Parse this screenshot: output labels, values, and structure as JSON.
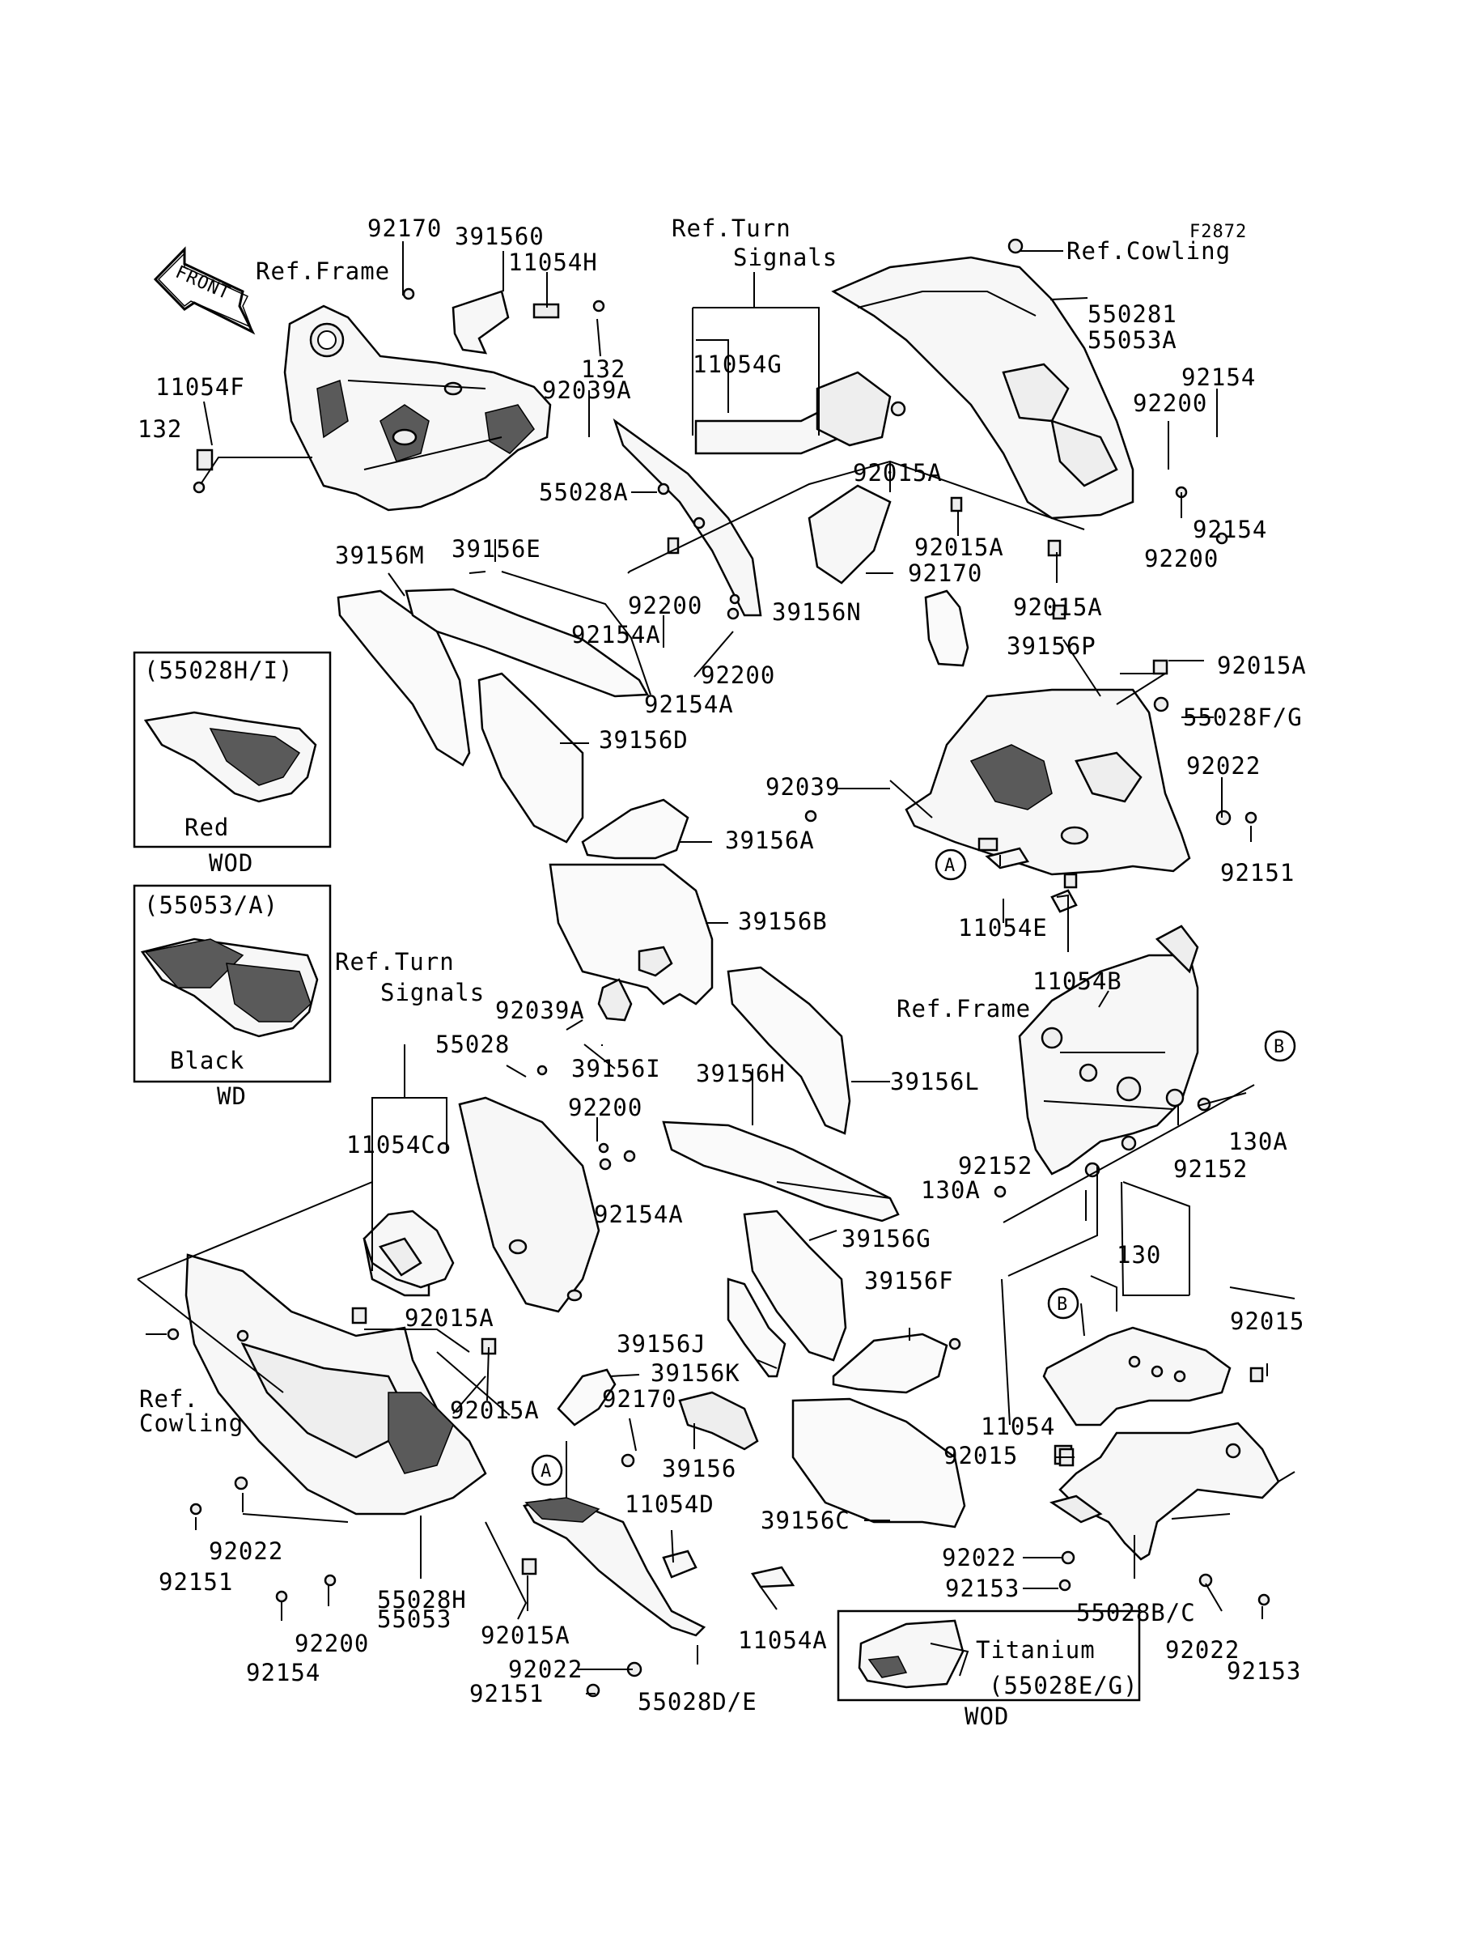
{
  "figure_code": "F2872",
  "front_arrow": "FRONT",
  "callouts": {
    "A1": "A",
    "A2": "A",
    "B1": "B",
    "B2": "B"
  },
  "insets": {
    "red": {
      "code": "(55028H/I)",
      "color": "Red",
      "note": "WOD"
    },
    "black": {
      "code": "(55053/A)",
      "color": "Black",
      "note": "WD"
    },
    "titanium": {
      "code": "(55028E/G)",
      "color": "Titanium",
      "note": "WOD"
    }
  },
  "ref_labels": {
    "frame_top": "Ref.Frame",
    "turn_top_1": "Ref.Turn",
    "turn_top_2": "Signals",
    "cowling_top": "Ref.Cowling",
    "turn_mid_1": "Ref.Turn",
    "turn_mid_2": "Signals",
    "frame_right": "Ref.Frame",
    "cowling_left_1": "Ref.",
    "cowling_left_2": "Cowling"
  },
  "parts": [
    {
      "id": "p01",
      "label": "92170"
    },
    {
      "id": "p02",
      "label": "391560"
    },
    {
      "id": "p03",
      "label": "11054H"
    },
    {
      "id": "p04",
      "label": "132"
    },
    {
      "id": "p05",
      "label": "92039A"
    },
    {
      "id": "p06",
      "label": "11054F"
    },
    {
      "id": "p07",
      "label": "132"
    },
    {
      "id": "p08",
      "label": "55028A"
    },
    {
      "id": "p09",
      "label": "11054G"
    },
    {
      "id": "p10",
      "label": "92015A"
    },
    {
      "id": "p11",
      "label": "550281"
    },
    {
      "id": "p12",
      "label": "55053A"
    },
    {
      "id": "p13",
      "label": "92154"
    },
    {
      "id": "p14",
      "label": "92200"
    },
    {
      "id": "p15",
      "label": "92154"
    },
    {
      "id": "p16",
      "label": "92200"
    },
    {
      "id": "p17",
      "label": "92015A"
    },
    {
      "id": "p18",
      "label": "92170"
    },
    {
      "id": "p19",
      "label": "92015A"
    },
    {
      "id": "p20",
      "label": "39156M"
    },
    {
      "id": "p21",
      "label": "39156E"
    },
    {
      "id": "p22",
      "label": "92200"
    },
    {
      "id": "p23",
      "label": "92154A"
    },
    {
      "id": "p24",
      "label": "39156N"
    },
    {
      "id": "p25",
      "label": "39156P"
    },
    {
      "id": "p26",
      "label": "92200"
    },
    {
      "id": "p27",
      "label": "92154A"
    },
    {
      "id": "p28",
      "label": "92015A"
    },
    {
      "id": "p29",
      "label": "55028F/G"
    },
    {
      "id": "p30",
      "label": "39156D"
    },
    {
      "id": "p31",
      "label": "92022"
    },
    {
      "id": "p32",
      "label": "92039"
    },
    {
      "id": "p33",
      "label": "39156A"
    },
    {
      "id": "p34",
      "label": "92151"
    },
    {
      "id": "p35",
      "label": "39156B"
    },
    {
      "id": "p36",
      "label": "11054E"
    },
    {
      "id": "p37",
      "label": "11054B"
    },
    {
      "id": "p38",
      "label": "92039A"
    },
    {
      "id": "p39",
      "label": "55028"
    },
    {
      "id": "p40",
      "label": "39156I"
    },
    {
      "id": "p41",
      "label": "39156H"
    },
    {
      "id": "p42",
      "label": "39156L"
    },
    {
      "id": "p43",
      "label": "11054C"
    },
    {
      "id": "p44",
      "label": "92200"
    },
    {
      "id": "p45",
      "label": "92154A"
    },
    {
      "id": "p46",
      "label": "130A"
    },
    {
      "id": "p47",
      "label": "92152"
    },
    {
      "id": "p48",
      "label": "92152"
    },
    {
      "id": "p49",
      "label": "130A"
    },
    {
      "id": "p50",
      "label": "39156G"
    },
    {
      "id": "p51",
      "label": "130"
    },
    {
      "id": "p52",
      "label": "39156F"
    },
    {
      "id": "p53",
      "label": "92015A"
    },
    {
      "id": "p54",
      "label": "92015"
    },
    {
      "id": "p55",
      "label": "39156J"
    },
    {
      "id": "p56",
      "label": "39156K"
    },
    {
      "id": "p57",
      "label": "92170"
    },
    {
      "id": "p58",
      "label": "92015A"
    },
    {
      "id": "p59",
      "label": "11054"
    },
    {
      "id": "p60",
      "label": "92015"
    },
    {
      "id": "p61",
      "label": "39156"
    },
    {
      "id": "p62",
      "label": "39156C"
    },
    {
      "id": "p63",
      "label": "11054D"
    },
    {
      "id": "p64",
      "label": "92022"
    },
    {
      "id": "p65",
      "label": "92153"
    },
    {
      "id": "p66",
      "label": "92151"
    },
    {
      "id": "p67",
      "label": "92022"
    },
    {
      "id": "p68",
      "label": "55028H"
    },
    {
      "id": "p69",
      "label": "55053"
    },
    {
      "id": "p70",
      "label": "55028B/C"
    },
    {
      "id": "p71",
      "label": "92200"
    },
    {
      "id": "p72",
      "label": "92154"
    },
    {
      "id": "p73",
      "label": "92015A"
    },
    {
      "id": "p74",
      "label": "11054A"
    },
    {
      "id": "p75",
      "label": "92022"
    },
    {
      "id": "p76",
      "label": "92151"
    },
    {
      "id": "p77",
      "label": "55028D/E"
    },
    {
      "id": "p78",
      "label": "92022"
    },
    {
      "id": "p79",
      "label": "92153"
    }
  ]
}
